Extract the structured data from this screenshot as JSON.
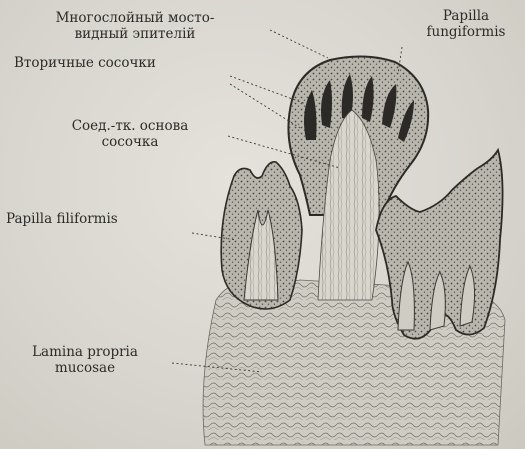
{
  "figure": {
    "labels": {
      "epithelium": {
        "line1": "Многослойный мосто-",
        "line2": "видный эпителій"
      },
      "secondary_papillae": "Вторичные сосочки",
      "connective_core": {
        "line1": "Соед.-тк. основа",
        "line2": "сосочка"
      },
      "papilla_fungiformis": {
        "line1": "Papilla",
        "line2": "fungiformis"
      },
      "papilla_filiformis": "Papilla filiformis",
      "lamina_propria": {
        "line1": "Lamina propria",
        "line2": "mucosae"
      }
    },
    "colors": {
      "ink": "#2c2b28",
      "tissue": "#a9a69d",
      "background": "#d8d6cf"
    }
  }
}
